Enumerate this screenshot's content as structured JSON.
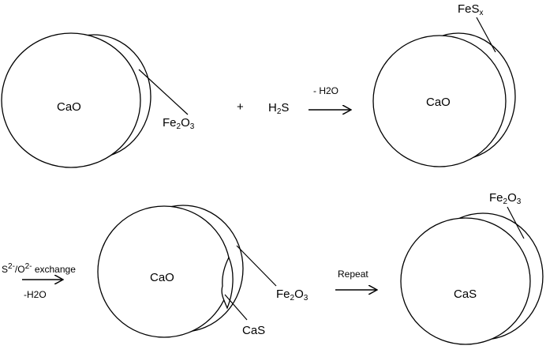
{
  "top": {
    "left_particle": {
      "core": "CaO",
      "shell_label": {
        "base": "Fe",
        "n1": "2",
        "mid": "O",
        "n2": "3"
      }
    },
    "plus": "+",
    "reagent": {
      "base": "H",
      "n1": "2",
      "mid": "S"
    },
    "arrow_label": "- H2O",
    "right_particle": {
      "core": "CaO",
      "shell_label": {
        "base": "FeS",
        "sub": "x"
      }
    }
  },
  "bottom": {
    "left_arrow": {
      "label_line1": {
        "s": "S",
        "s_sup": "2-",
        "slash": "/O",
        "o_sup": "2-",
        "rest": " exchange"
      },
      "label_line2": "-H2O"
    },
    "middle_particle": {
      "core": "CaO",
      "shell_label": {
        "base": "Fe",
        "n1": "2",
        "mid": "O",
        "n2": "3"
      },
      "inner_label": "CaS"
    },
    "repeat_arrow": {
      "label": "Repeat"
    },
    "right_particle": {
      "core": "CaS",
      "shell_label": {
        "base": "Fe",
        "n1": "2",
        "mid": "O",
        "n2": "3"
      }
    }
  }
}
